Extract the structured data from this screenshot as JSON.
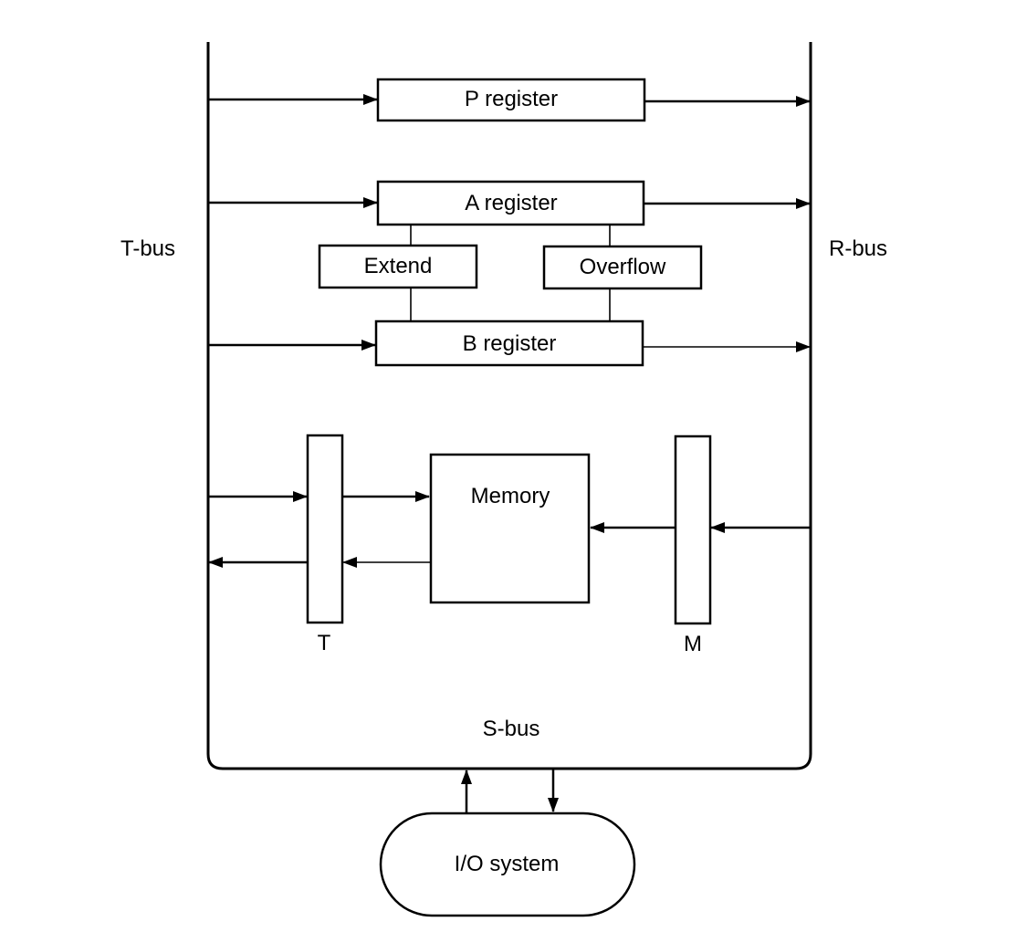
{
  "buses": {
    "t_bus": "T-bus",
    "r_bus": "R-bus",
    "s_bus": "S-bus"
  },
  "registers": {
    "p": "P register",
    "a": "A register",
    "b": "B register"
  },
  "flags": {
    "extend": "Extend",
    "overflow": "Overflow"
  },
  "memory": {
    "label": "Memory",
    "t_register": "T",
    "m_register": "M"
  },
  "io": {
    "label": "I/O system"
  }
}
